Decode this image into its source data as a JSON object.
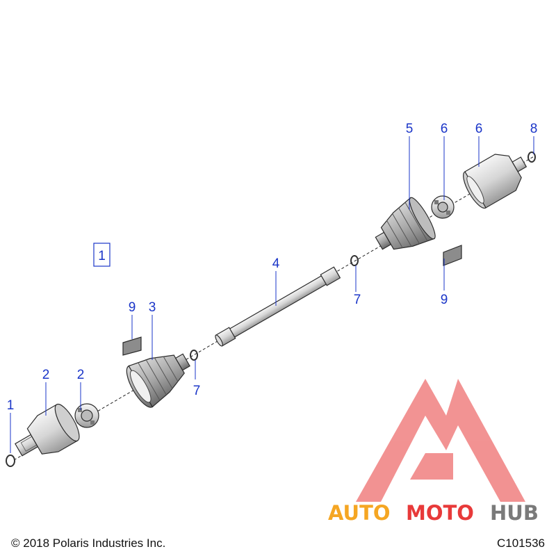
{
  "diagram": {
    "assembly_ref": "1",
    "callouts": {
      "c1": "1",
      "c2a": "2",
      "c2b": "2",
      "c3": "3",
      "c4": "4",
      "c5": "5",
      "c6a": "6",
      "c6b": "6",
      "c7a": "7",
      "c7b": "7",
      "c8": "8",
      "c9a": "9",
      "c9b": "9"
    }
  },
  "watermark": {
    "word_a": "AUTO",
    "word_b": "MOTO",
    "word_c": "HUB"
  },
  "footer": {
    "copyright": "© 2018 Polaris Industries Inc.",
    "code": "C101536"
  },
  "colors": {
    "callout": "#1a35c8",
    "watermark_red": "#e83a3a",
    "watermark_orange": "#f5a623",
    "watermark_gray": "#7a7a7a"
  }
}
